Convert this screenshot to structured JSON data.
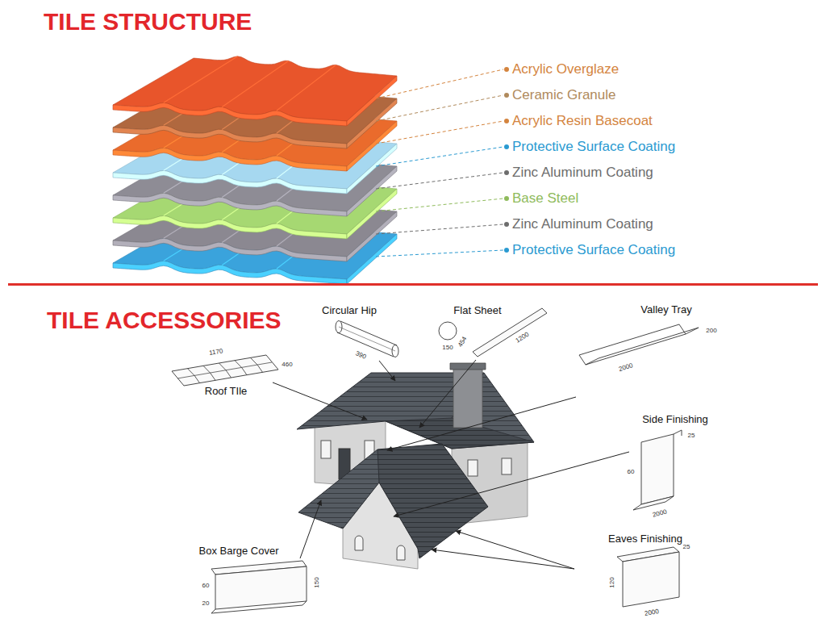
{
  "diagram": {
    "labels": [
      "TILE STRUCTURE",
      "Acrylic Overglaze",
      "Ceramic Granule",
      "Acrylic Resin Basecoat",
      "Protective Surface Coating",
      "Zinc Aluminum Coating",
      "Base Steel",
      "Zinc Aluminum Coating",
      "Protective Surface Coating",
      "TILE ACCESSORIES",
      "Circular Hip",
      "Flat Sheet",
      "Valley Tray",
      "Roof TIle",
      "Side Finishing",
      "Eaves Finishing",
      "Box Barge Cover",
      "1170",
      "460",
      "390",
      "150",
      "1200",
      "454",
      "2000",
      "200",
      "2000",
      "60",
      "25",
      "2000",
      "120",
      "25",
      "150",
      "60",
      "20"
    ]
  }
}
